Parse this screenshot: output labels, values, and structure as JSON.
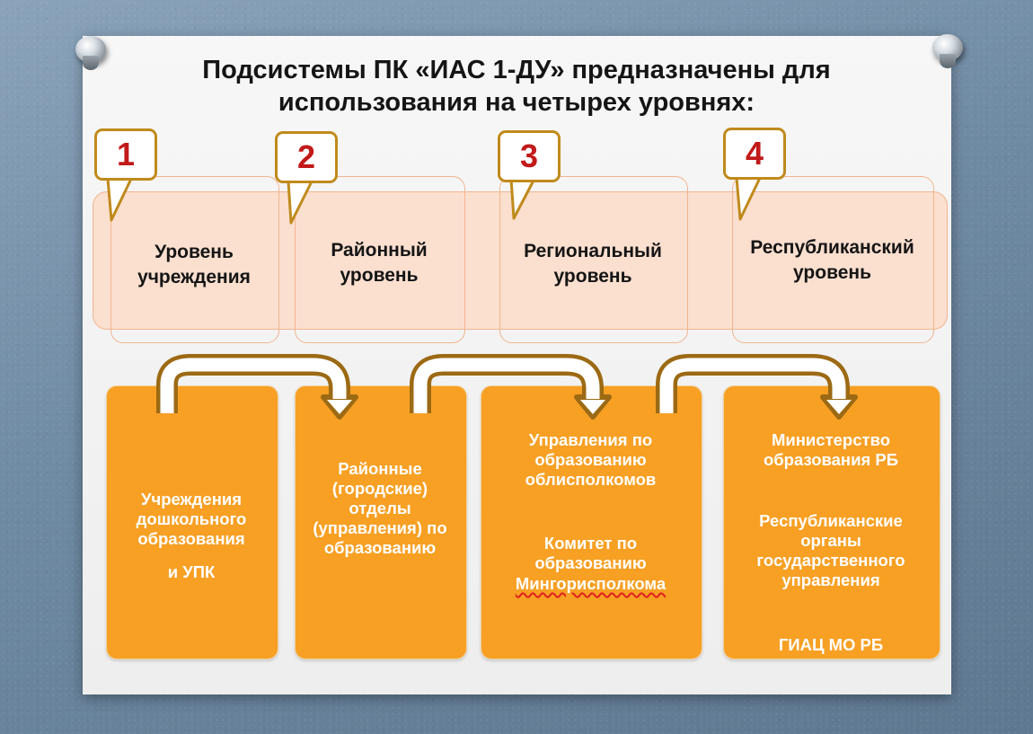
{
  "title": "Подсистемы ПК «ИАС 1-ДУ» предназначены для использования на четырех уровнях:",
  "levels": [
    {
      "number": "1",
      "label": "Уровень учреждения"
    },
    {
      "number": "2",
      "label": "Районный уровень"
    },
    {
      "number": "3",
      "label": "Региональный уровень"
    },
    {
      "number": "4",
      "label": "Республиканский уровень"
    }
  ],
  "organizations": [
    {
      "paragraphs": [
        "Учреждения дошкольного образования",
        "и УПК"
      ]
    },
    {
      "paragraphs": [
        "Районные (городские) отделы (управления) по образованию"
      ]
    },
    {
      "paragraphs": [
        "Управления по образованию облисполкомов",
        "Комитет по образованию",
        "Мингорисполкома"
      ]
    },
    {
      "paragraphs": [
        "Министерство образования РБ",
        "Республиканские органы государственного управления",
        "ГИАЦ МО РБ"
      ]
    }
  ],
  "colors": {
    "badge_border": "#c08a1c",
    "badge_number": "#c21a1a",
    "band_fill": "#fbdfcf",
    "band_border": "#f2b58f",
    "org_fill": "#f7a024",
    "arrow_fill": "#ffffff",
    "arrow_stroke": "#9c6a14"
  },
  "icons": [
    "pushpin-icon",
    "pushpin-icon",
    "curved-arrow-icon"
  ]
}
